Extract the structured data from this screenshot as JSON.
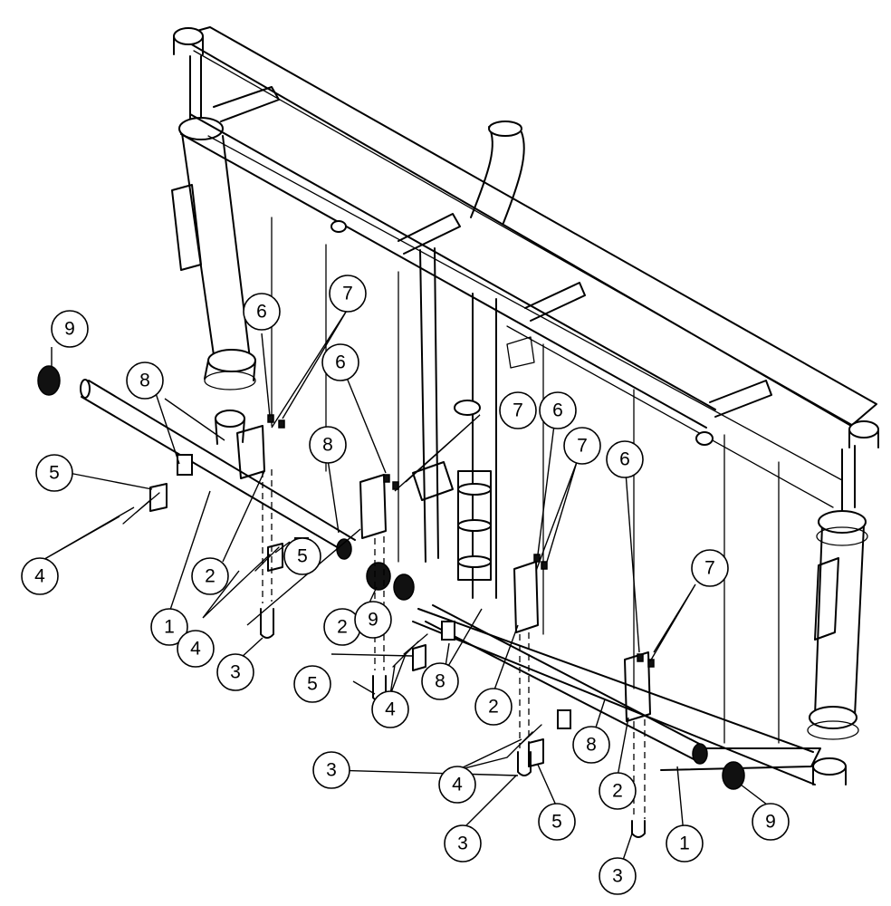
{
  "callouts": [
    {
      "id": "c1",
      "label": "9"
    },
    {
      "id": "c2",
      "label": "8"
    },
    {
      "id": "c3",
      "label": "6"
    },
    {
      "id": "c4",
      "label": "7"
    },
    {
      "id": "c5",
      "label": "6"
    },
    {
      "id": "c6",
      "label": "7"
    },
    {
      "id": "c7",
      "label": "6"
    },
    {
      "id": "c8",
      "label": "7"
    },
    {
      "id": "c9",
      "label": "6"
    },
    {
      "id": "c10",
      "label": "7"
    },
    {
      "id": "c11",
      "label": "5"
    },
    {
      "id": "c12",
      "label": "8"
    },
    {
      "id": "c13",
      "label": "4"
    },
    {
      "id": "c14",
      "label": "2"
    },
    {
      "id": "c15",
      "label": "5"
    },
    {
      "id": "c16",
      "label": "1"
    },
    {
      "id": "c17",
      "label": "4"
    },
    {
      "id": "c18",
      "label": "2"
    },
    {
      "id": "c19",
      "label": "9"
    },
    {
      "id": "c20",
      "label": "3"
    },
    {
      "id": "c21",
      "label": "5"
    },
    {
      "id": "c22",
      "label": "8"
    },
    {
      "id": "c23",
      "label": "2"
    },
    {
      "id": "c24",
      "label": "3"
    },
    {
      "id": "c25",
      "label": "4"
    },
    {
      "id": "c26",
      "label": "8"
    },
    {
      "id": "c27",
      "label": "4"
    },
    {
      "id": "c28",
      "label": "2"
    },
    {
      "id": "c29",
      "label": "3"
    },
    {
      "id": "c30",
      "label": "5"
    },
    {
      "id": "c31",
      "label": "1"
    },
    {
      "id": "c32",
      "label": "9"
    },
    {
      "id": "c33",
      "label": "3"
    }
  ]
}
